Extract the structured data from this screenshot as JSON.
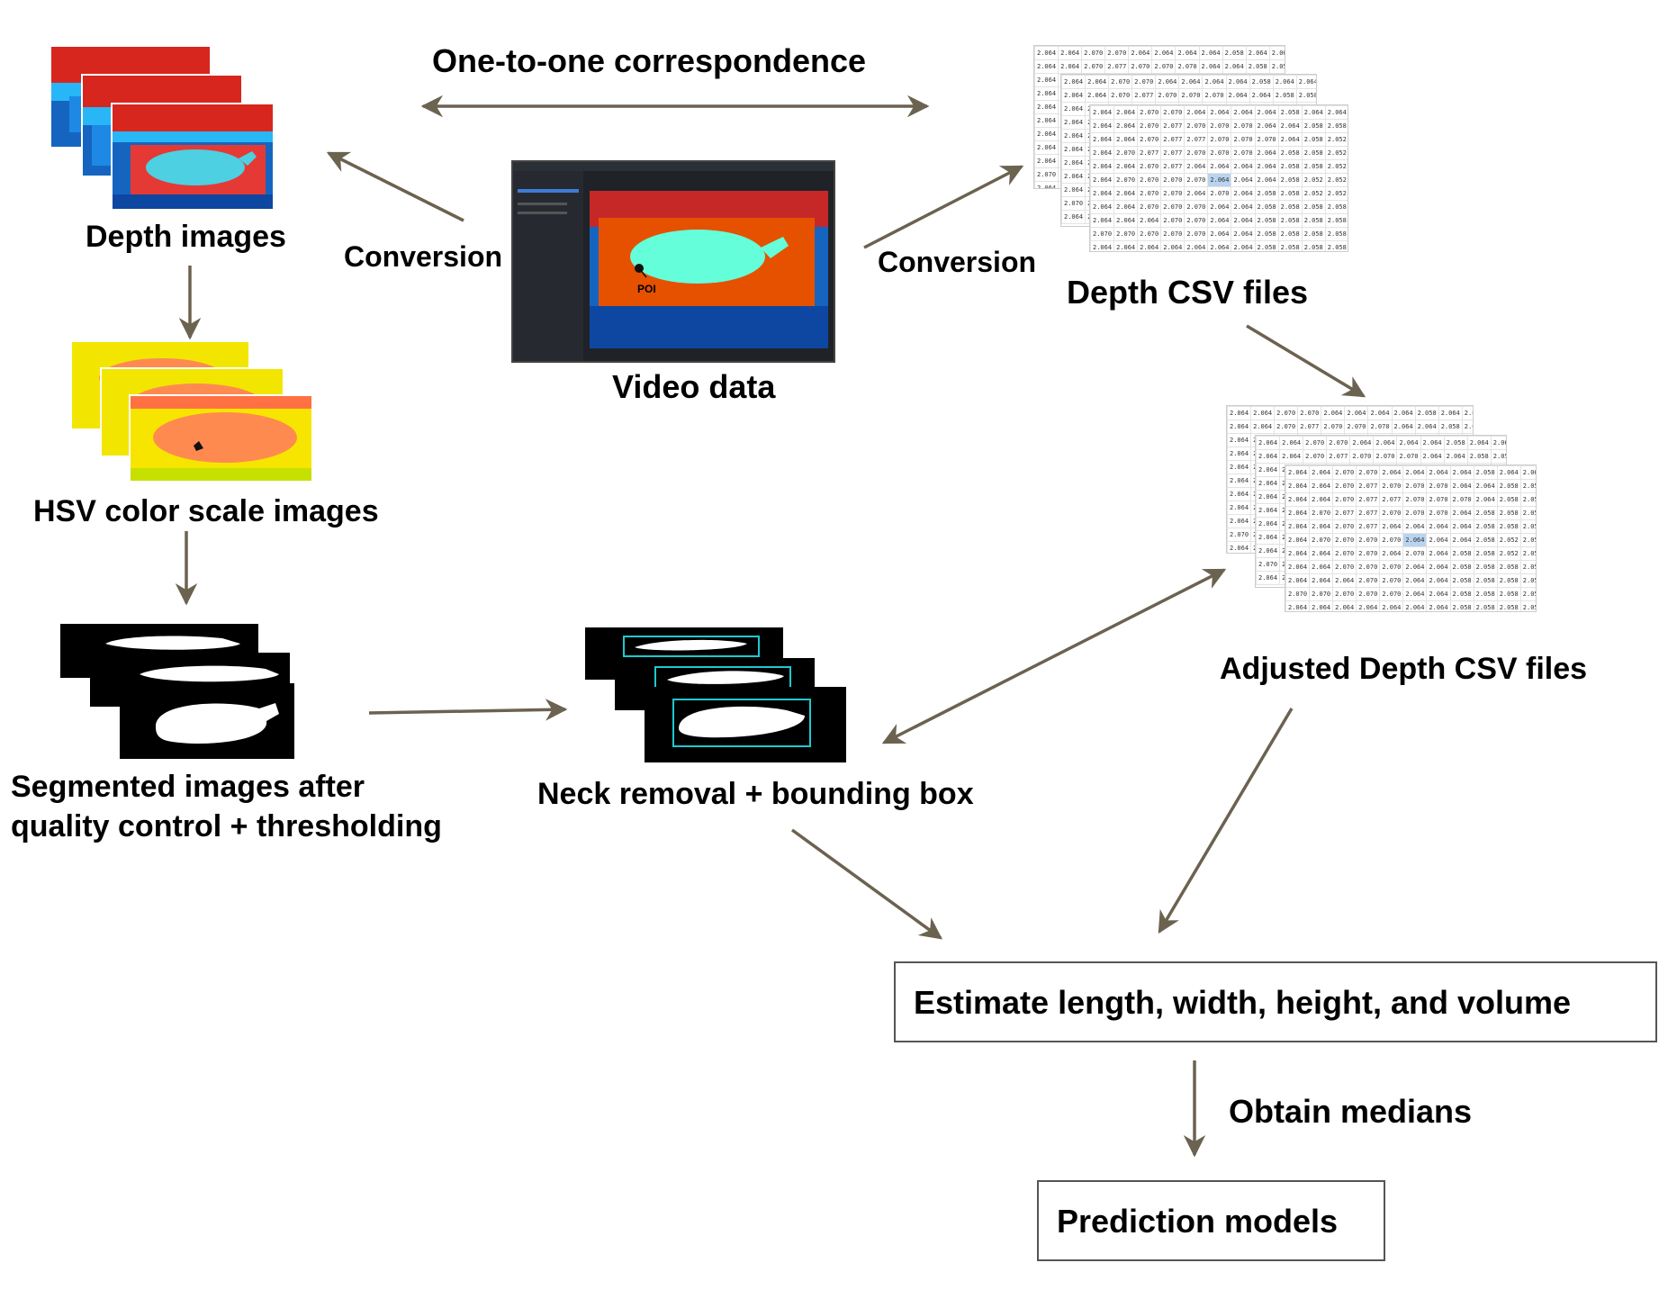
{
  "labels": {
    "correspondence": "One-to-one correspondence",
    "depth_images": "Depth images",
    "conversion_left": "Conversion",
    "conversion_right": "Conversion",
    "video_data": "Video data",
    "poi": "POI",
    "depth_csv": "Depth CSV files",
    "hsv_images": "HSV color scale images",
    "segmented_line1": "Segmented images after",
    "segmented_line2": "quality control + thresholding",
    "neck_removal": "Neck removal +  bounding box",
    "adjusted_csv": "Adjusted Depth CSV files",
    "estimate": "Estimate length, width, height, and volume",
    "obtain_medians": "Obtain medians",
    "prediction": "Prediction models"
  },
  "csv_rows": [
    [
      "2.064",
      "2.064",
      "2.070",
      "2.070",
      "2.064",
      "2.064",
      "2.064",
      "2.064",
      "2.058",
      "2.064",
      "2.064"
    ],
    [
      "2.064",
      "2.064",
      "2.070",
      "2.077",
      "2.070",
      "2.070",
      "2.070",
      "2.064",
      "2.064",
      "2.058",
      "2.058"
    ],
    [
      "2.064",
      "2.064",
      "2.070",
      "2.077",
      "2.077",
      "2.070",
      "2.070",
      "2.070",
      "2.064",
      "2.058",
      "2.052"
    ],
    [
      "2.064",
      "2.070",
      "2.077",
      "2.077",
      "2.070",
      "2.070",
      "2.070",
      "2.064",
      "2.058",
      "2.058",
      "2.052"
    ],
    [
      "2.064",
      "2.064",
      "2.070",
      "2.077",
      "2.064",
      "2.064",
      "2.064",
      "2.064",
      "2.058",
      "2.058",
      "2.052"
    ],
    [
      "2.064",
      "2.070",
      "2.070",
      "2.070",
      "2.070",
      "2.064",
      "2.064",
      "2.064",
      "2.058",
      "2.052",
      "2.052"
    ],
    [
      "2.064",
      "2.064",
      "2.070",
      "2.070",
      "2.064",
      "2.070",
      "2.064",
      "2.058",
      "2.058",
      "2.052",
      "2.052"
    ],
    [
      "2.064",
      "2.064",
      "2.070",
      "2.070",
      "2.070",
      "2.064",
      "2.064",
      "2.058",
      "2.058",
      "2.058",
      "2.058"
    ],
    [
      "2.064",
      "2.064",
      "2.064",
      "2.070",
      "2.070",
      "2.064",
      "2.064",
      "2.058",
      "2.058",
      "2.058",
      "2.058"
    ],
    [
      "2.070",
      "2.070",
      "2.070",
      "2.070",
      "2.070",
      "2.064",
      "2.064",
      "2.058",
      "2.058",
      "2.058",
      "2.058"
    ],
    [
      "2.064",
      "2.064",
      "2.064",
      "2.064",
      "2.064",
      "2.064",
      "2.064",
      "2.058",
      "2.058",
      "2.058",
      "2.058"
    ]
  ],
  "colors": {
    "arrow": "#6b6250",
    "box_border": "#555555",
    "bbox_cyan": "#1ec8d0",
    "csv_highlight": "#b8d4ef"
  }
}
